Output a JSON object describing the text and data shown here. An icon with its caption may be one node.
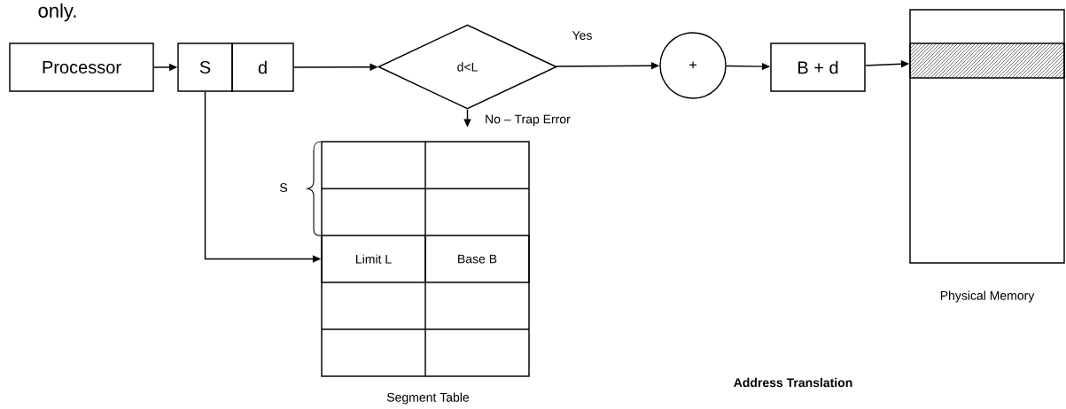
{
  "diagram": {
    "nodes": [
      {
        "text": [
          "Processor"
        ]
      },
      {
        "text": [
          "S"
        ]
      },
      {
        "text": [
          "d"
        ]
      },
      {
        "text": [
          "d<L"
        ]
      },
      {
        "text": [
          "+"
        ]
      },
      {
        "text": [
          "B + d"
        ]
      },
      {
        "text": [],
        "shape": "box",
        "beside": [
          "Physical Memory"
        ]
      },
      {
        "text": [],
        "shape": "bar",
        "in": 6
      },
      {
        "text": [],
        "shape": "box",
        "beside": [
          "Segment Table"
        ]
      },
      {
        "text": [
          "Limit L"
        ],
        "in": 8
      },
      {
        "text": [
          "Base B"
        ],
        "in": 8
      }
    ],
    "edges": [
      {
        "from": 0,
        "to": 1,
        "arrow": "to"
      },
      {
        "from": 2,
        "to": 3,
        "arrow": "to"
      },
      {
        "from": 3,
        "to": 4,
        "arrow": "to",
        "label": "Yes"
      },
      {
        "from": 3,
        "to": null,
        "arrow": "to",
        "label": "No – Trap Error"
      },
      {
        "from": 4,
        "to": 5,
        "arrow": "to"
      },
      {
        "from": 5,
        "to": 7,
        "arrow": "to"
      },
      {
        "from": 1,
        "to": 9,
        "arrow": "to"
      }
    ],
    "labels": [
      "only.",
      "S",
      "**Address Translation**"
    ]
  }
}
